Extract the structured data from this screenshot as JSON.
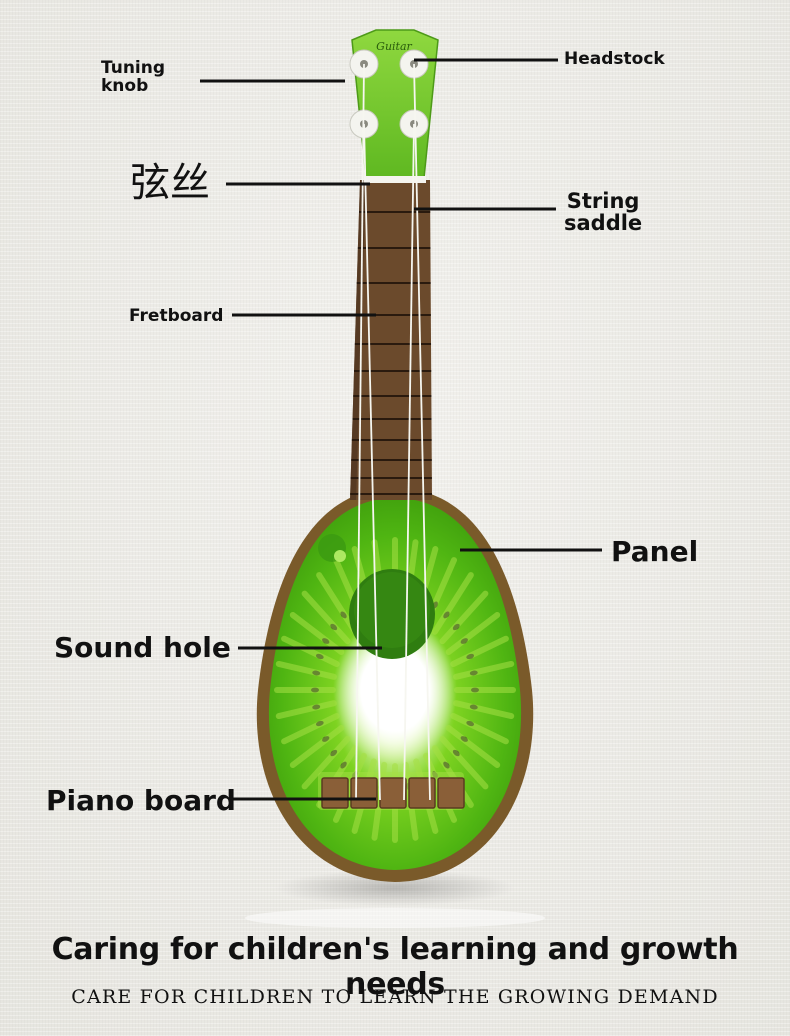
{
  "labels": {
    "tuning_knob": "Tuning\nknob",
    "headstock": "Headstock",
    "string": "弦丝",
    "string_saddle": "String\nsaddle",
    "fretboard": "Fretboard",
    "panel": "Panel",
    "sound_hole": "Sound hole",
    "piano_board": "Piano board"
  },
  "headstock_logo": "Guitar",
  "captions": {
    "main": "Caring for children's learning and growth needs",
    "sub": "CARE FOR CHILDREN TO LEARN THE GROWING DEMAND"
  },
  "colors": {
    "kiwi_green": "#5ec51a",
    "kiwi_light": "#a6e045",
    "kiwi_skin": "#7a5a2a",
    "fretboard": "#6b4a2c",
    "fret_wire": "#2a1a0e",
    "bridge": "#8a5f38",
    "seed": "#1a1a1a",
    "headstock": "#86d13a"
  }
}
